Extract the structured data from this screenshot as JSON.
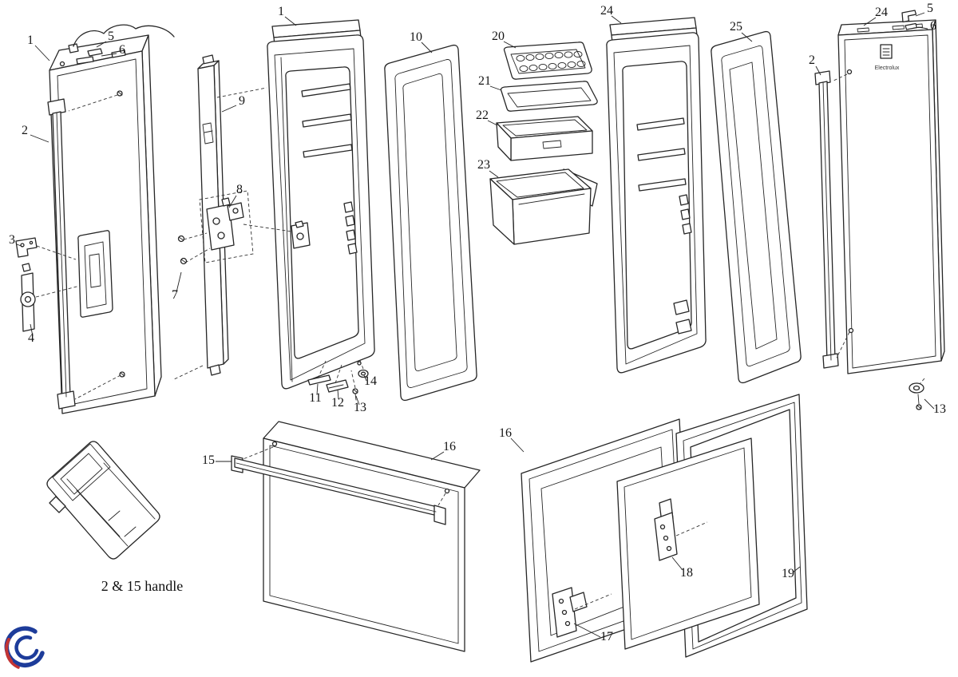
{
  "diagram": {
    "background": "#ffffff",
    "line_color": "#262626",
    "brand_label": "Electrolux",
    "handle_note": "2 & 15 handle",
    "callouts": [
      {
        "part": "freezer-door-panel",
        "label": "1"
      },
      {
        "part": "door-cable-clip",
        "label": "5"
      },
      {
        "part": "door-cable",
        "label": "6"
      },
      {
        "part": "freezer-door-handle",
        "label": "2"
      },
      {
        "part": "hinge-bracket-upper",
        "label": "3"
      },
      {
        "part": "hinge-bracket-lower",
        "label": "4"
      },
      {
        "part": "hinge-cover-strip",
        "label": "9"
      },
      {
        "part": "middle-hinge",
        "label": "8"
      },
      {
        "part": "hinge-screws",
        "label": "7"
      },
      {
        "part": "fridge-inner-door",
        "label": "1"
      },
      {
        "part": "freezer-door-gasket",
        "label": "10"
      },
      {
        "part": "bottom-trim",
        "label": "11"
      },
      {
        "part": "bottom-hinge-plate",
        "label": "12"
      },
      {
        "part": "bottom-screw",
        "label": "13"
      },
      {
        "part": "bottom-bushing",
        "label": "14"
      },
      {
        "part": "ice-cube-tray",
        "label": "20"
      },
      {
        "part": "door-shelf-tray",
        "label": "21"
      },
      {
        "part": "door-bin",
        "label": "22"
      },
      {
        "part": "covered-door-bin",
        "label": "23"
      },
      {
        "part": "fridge-door-liner",
        "label": "24"
      },
      {
        "part": "fridge-door-gasket",
        "label": "25"
      },
      {
        "part": "fridge-outer-door",
        "label": "24"
      },
      {
        "part": "outer-door-clip",
        "label": "5"
      },
      {
        "part": "outer-door-cable",
        "label": "6"
      },
      {
        "part": "fridge-door-handle",
        "label": "2"
      },
      {
        "part": "door-bushing",
        "label": "13"
      },
      {
        "part": "lower-door-handle",
        "label": "15"
      },
      {
        "part": "lower-door-panel",
        "label": "16"
      },
      {
        "part": "lower-door-inner",
        "label": "16"
      },
      {
        "part": "upper-hinge-bracket",
        "label": "18"
      },
      {
        "part": "lower-hinge-bracket",
        "label": "17"
      },
      {
        "part": "lower-door-gasket",
        "label": "19"
      }
    ]
  },
  "logo": {
    "blue": "#1d3c9a",
    "red": "#c23434"
  }
}
